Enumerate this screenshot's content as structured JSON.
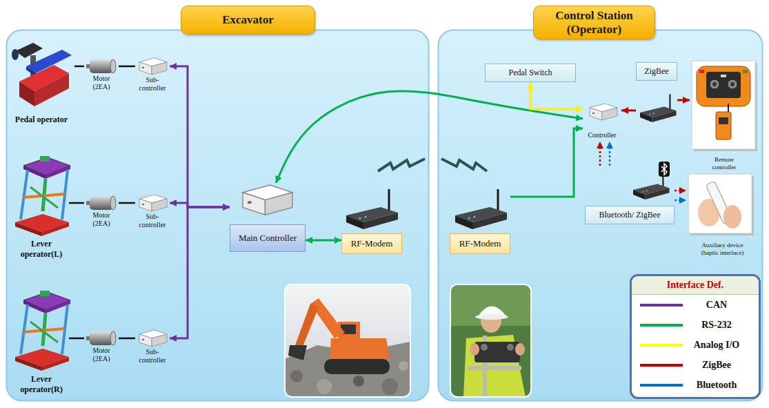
{
  "diagram": {
    "nodes": [
      {
        "text": [
          "Excavator"
        ]
      },
      {
        "text": [
          "Pedal operator"
        ],
        "in": 0
      },
      {
        "text": [
          "Motor (2EA)"
        ],
        "in": 0
      },
      {
        "text": [
          "Sub-controller"
        ],
        "in": 0
      },
      {
        "text": [
          "Lever operator(L)"
        ],
        "in": 0
      },
      {
        "text": [
          "Motor (2EA)"
        ],
        "in": 0
      },
      {
        "text": [
          "Sub-controller"
        ],
        "in": 0
      },
      {
        "text": [
          "Lever operator(R)"
        ],
        "in": 0
      },
      {
        "text": [
          "Motor (2EA)"
        ],
        "in": 0
      },
      {
        "text": [
          "Sub-controller"
        ],
        "in": 0
      },
      {
        "text": [
          "Main Controller"
        ],
        "in": 0
      },
      {
        "text": [
          "RF-Modem"
        ],
        "in": 0
      },
      {
        "text": [
          "Control Station (Operator)"
        ]
      },
      {
        "text": [
          "Pedal Switch"
        ],
        "in": 12
      },
      {
        "text": [
          "ZigBee"
        ],
        "in": 12
      },
      {
        "text": [
          "Controller"
        ],
        "in": 12
      },
      {
        "text": [
          "Remote controller"
        ],
        "in": 12
      },
      {
        "text": [
          "Bluetooth/ ZigBee"
        ],
        "in": 12
      },
      {
        "text": [
          "Auxiliary device (haptic interface)"
        ],
        "in": 12
      },
      {
        "text": [
          "RF-Modem"
        ],
        "in": 12
      },
      {
        "text": [
          "Interface Def."
        ],
        "in": 12
      }
    ],
    "edges": [
      {
        "from": 1,
        "to": 2,
        "arrow": "none"
      },
      {
        "from": 2,
        "to": 3,
        "arrow": "none"
      },
      {
        "from": 4,
        "to": 5,
        "arrow": "none"
      },
      {
        "from": 5,
        "to": 6,
        "arrow": "none"
      },
      {
        "from": 7,
        "to": 8,
        "arrow": "none"
      },
      {
        "from": 8,
        "to": 9,
        "arrow": "none"
      },
      {
        "from": 10,
        "to": 3,
        "arrow": "both"
      },
      {
        "from": 10,
        "to": 6,
        "arrow": "both"
      },
      {
        "from": 10,
        "to": 9,
        "arrow": "both"
      },
      {
        "from": 10,
        "to": 11,
        "arrow": "both"
      },
      {
        "from": 15,
        "to": 10,
        "arrow": "both"
      },
      {
        "from": 19,
        "to": 15,
        "arrow": "to"
      },
      {
        "from": 13,
        "to": 15,
        "arrow": "both"
      },
      {
        "from": 14,
        "to": 15,
        "arrow": "to"
      },
      {
        "from": 14,
        "to": 16,
        "arrow": "to"
      },
      {
        "from": 17,
        "to": 15,
        "arrow": "to"
      },
      {
        "from": 17,
        "to": 15,
        "arrow": "to"
      },
      {
        "from": 17,
        "to": 18,
        "arrow": "to"
      },
      {
        "from": 17,
        "to": 18,
        "arrow": "to"
      }
    ],
    "legend": [
      {
        "text": "CAN",
        "color": "#7030a0"
      },
      {
        "text": "RS-232",
        "color": "#00b050"
      },
      {
        "text": "Analog I/O",
        "color": "#ffff00"
      },
      {
        "text": "ZigBee",
        "color": "#c00000"
      },
      {
        "text": "Bluetooth",
        "color": "#0070c0"
      }
    ]
  }
}
